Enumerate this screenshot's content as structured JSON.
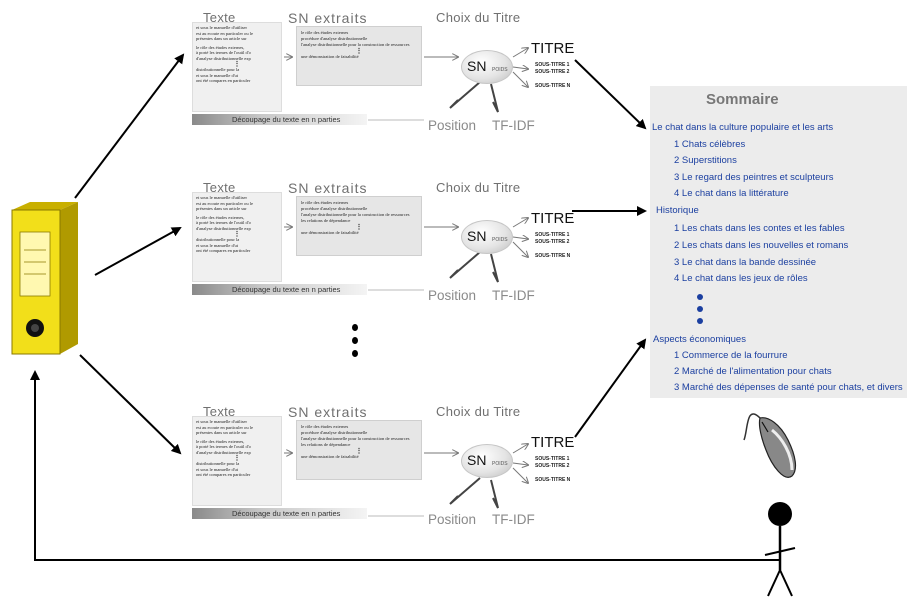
{
  "pipeline": {
    "header_texte": "Texte",
    "header_sn": "SN extraits",
    "header_choix": "Choix du Titre",
    "doc_lines": [
      "et sous le manuelle d'utiliser",
      "est au ecoute en particuler ou le",
      "présentes dans un article sur",
      "le rôle des études externes,",
      "à porté les termes de l'outil d'o",
      "d'analyse distributionnelle exp",
      "distributionnelle pour la",
      "et sous le manuelle d'ut",
      "ont été compares en particuler"
    ],
    "sn_lines": [
      "le rôle des études externes",
      "procédure d'analyse distributionnelle",
      "l'analyse distributionnelle pour la construction de ressources",
      "les relations de dépendance",
      "une démonstration de faisabilité"
    ],
    "vertical_ellipsis": "⋮",
    "cut_label": "Découpage du texte en n parties",
    "sn_label": "SN",
    "sn_sub": "POIDS",
    "titre": "TITRE",
    "sous_titre_1": "SOUS-TITRE 1",
    "sous_titre_2": "SOUS-TITRE 2",
    "sous_titre_n": "SOUS-TITRE N",
    "position_label": "Position",
    "tfidf_label": "TF-IDF"
  },
  "sommaire": {
    "title": "Sommaire",
    "items": [
      "Le chat dans la culture populaire et les arts",
      "1 Chats célèbres",
      "2 Superstitions",
      "3 Le regard des peintres et sculpteurs",
      "4 Le chat dans la littérature",
      "Historique",
      "1 Les chats dans les contes et les fables",
      "2 Les chats dans les nouvelles et romans",
      "3 Le chat dans la bande dessinée",
      "4 Le chat dans les jeux de rôles",
      "Aspects économiques",
      "1 Commerce de la fourrure",
      "2 Marché de l'alimentation pour chats",
      "3 Marché des dépenses de santé pour chats, et divers"
    ]
  },
  "icons": [
    "binder-icon",
    "mouse-icon",
    "stick-figure-icon"
  ]
}
